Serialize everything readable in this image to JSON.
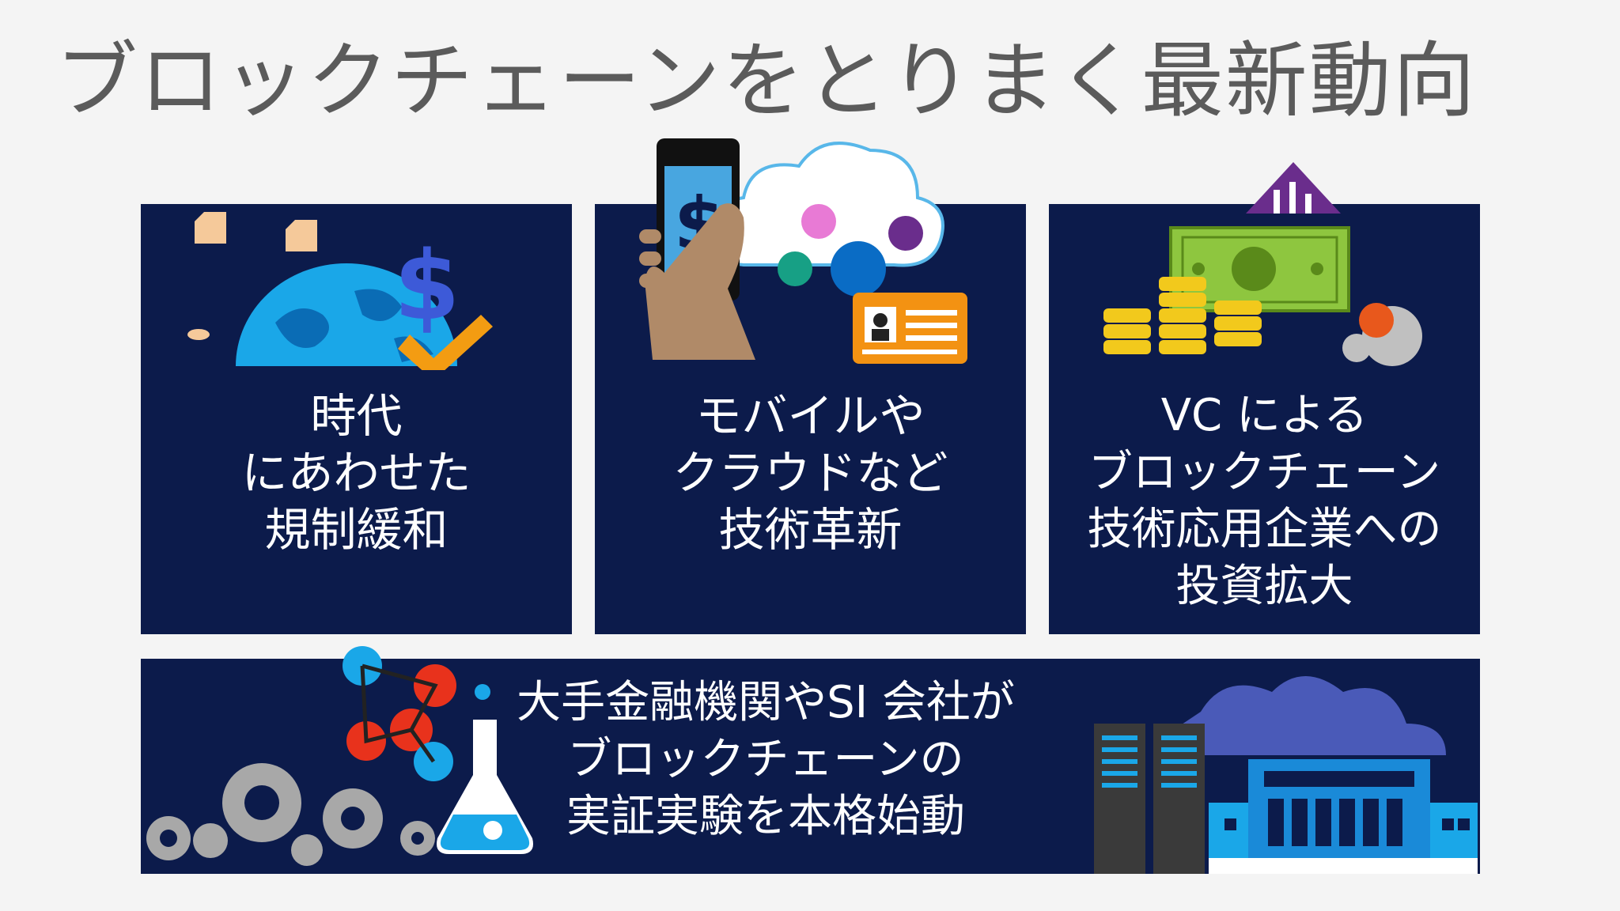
{
  "title": "ブロックチェーンをとりまく最新動向",
  "panels": [
    {
      "lines": [
        "時代",
        "にあわせた",
        "規制緩和"
      ],
      "icon": "globe-dollar-icon"
    },
    {
      "lines": [
        "モバイルや",
        "クラウドなど",
        "技術革新"
      ],
      "icon": "mobile-cloud-icon"
    },
    {
      "lines": [
        "VC による",
        "ブロックチェーン",
        "技術応用企業への",
        "投資拡大"
      ],
      "icon": "money-growth-icon"
    },
    {
      "lines": [
        "大手金融機関やSI 会社が",
        "ブロックチェーンの",
        "実証実験を本格始動"
      ],
      "icon": "lab-datacenter-icon"
    }
  ],
  "colors": {
    "background": "#f4f4f4",
    "panel": "#0c1b4b",
    "title": "#5b5b5b",
    "panel_text": "#ffffff"
  }
}
